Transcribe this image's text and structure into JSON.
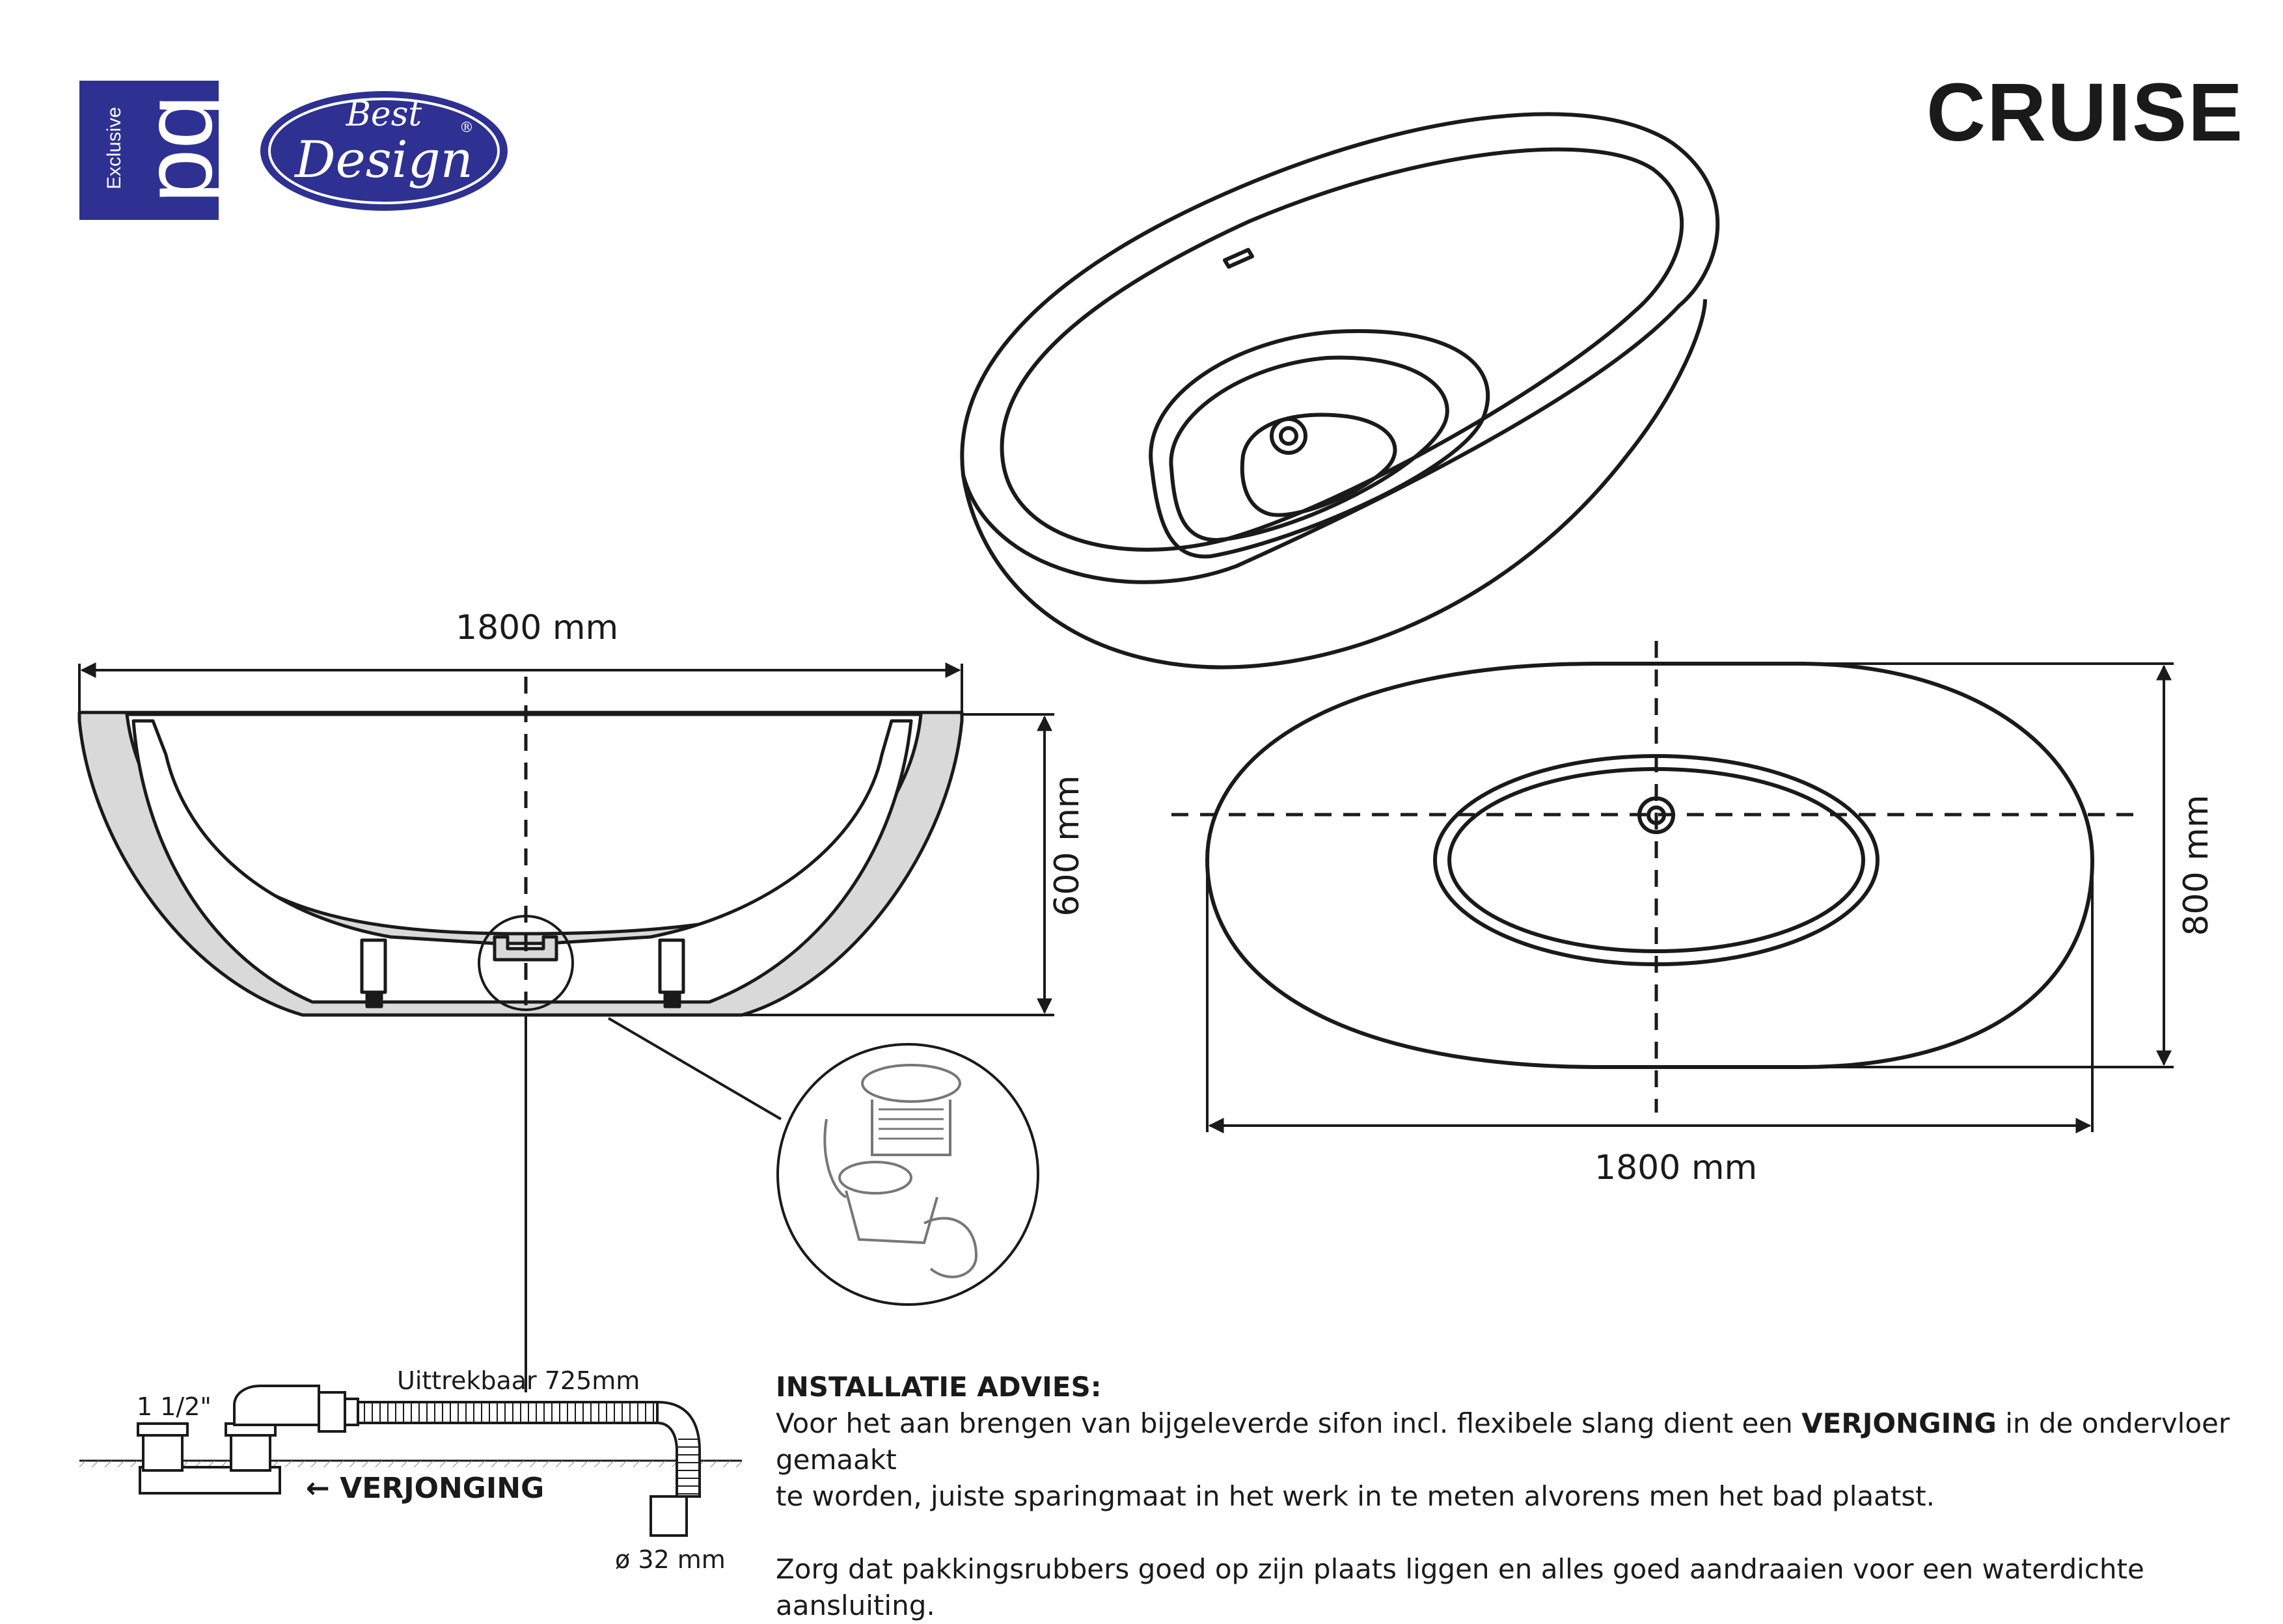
{
  "header": {
    "product_title": "CRUISE",
    "logo_exclusive": {
      "text": "Exclusive",
      "mark": "bd",
      "color": "#2e3192"
    },
    "logo_best_design": {
      "line1": "Best",
      "line2": "Design",
      "registered": "®",
      "color": "#2e3192"
    }
  },
  "side_view": {
    "width_label": "1800 mm",
    "height_label": "600 mm"
  },
  "top_view": {
    "width_label": "1800 mm",
    "depth_label": "800 mm"
  },
  "siphon": {
    "thread_label": "1 1/2\"",
    "extendable_label": "Uittrekbaar 725mm",
    "diameter_label": "ø 32 mm",
    "recess_label": "VERJONGING",
    "arrow_icon": "arrow-left-icon"
  },
  "installation": {
    "heading": "INSTALLATIE ADVIES:",
    "line1_pre": "Voor het aan brengen van bijgeleverde sifon incl. flexibele slang dient een ",
    "line1_bold": "VERJONGING",
    "line1_post": " in de ondervloer gemaakt",
    "line2": "te worden, juiste sparingmaat in het werk in te meten alvorens men het bad plaatst.",
    "line3": "Zorg dat pakkingsrubbers goed op zijn plaats liggen en alles goed aandraaien voor een waterdichte aansluiting."
  },
  "colors": {
    "brand_blue": "#2e3192",
    "line": "#1a1a1a",
    "section_fill": "#d9d9d9"
  }
}
